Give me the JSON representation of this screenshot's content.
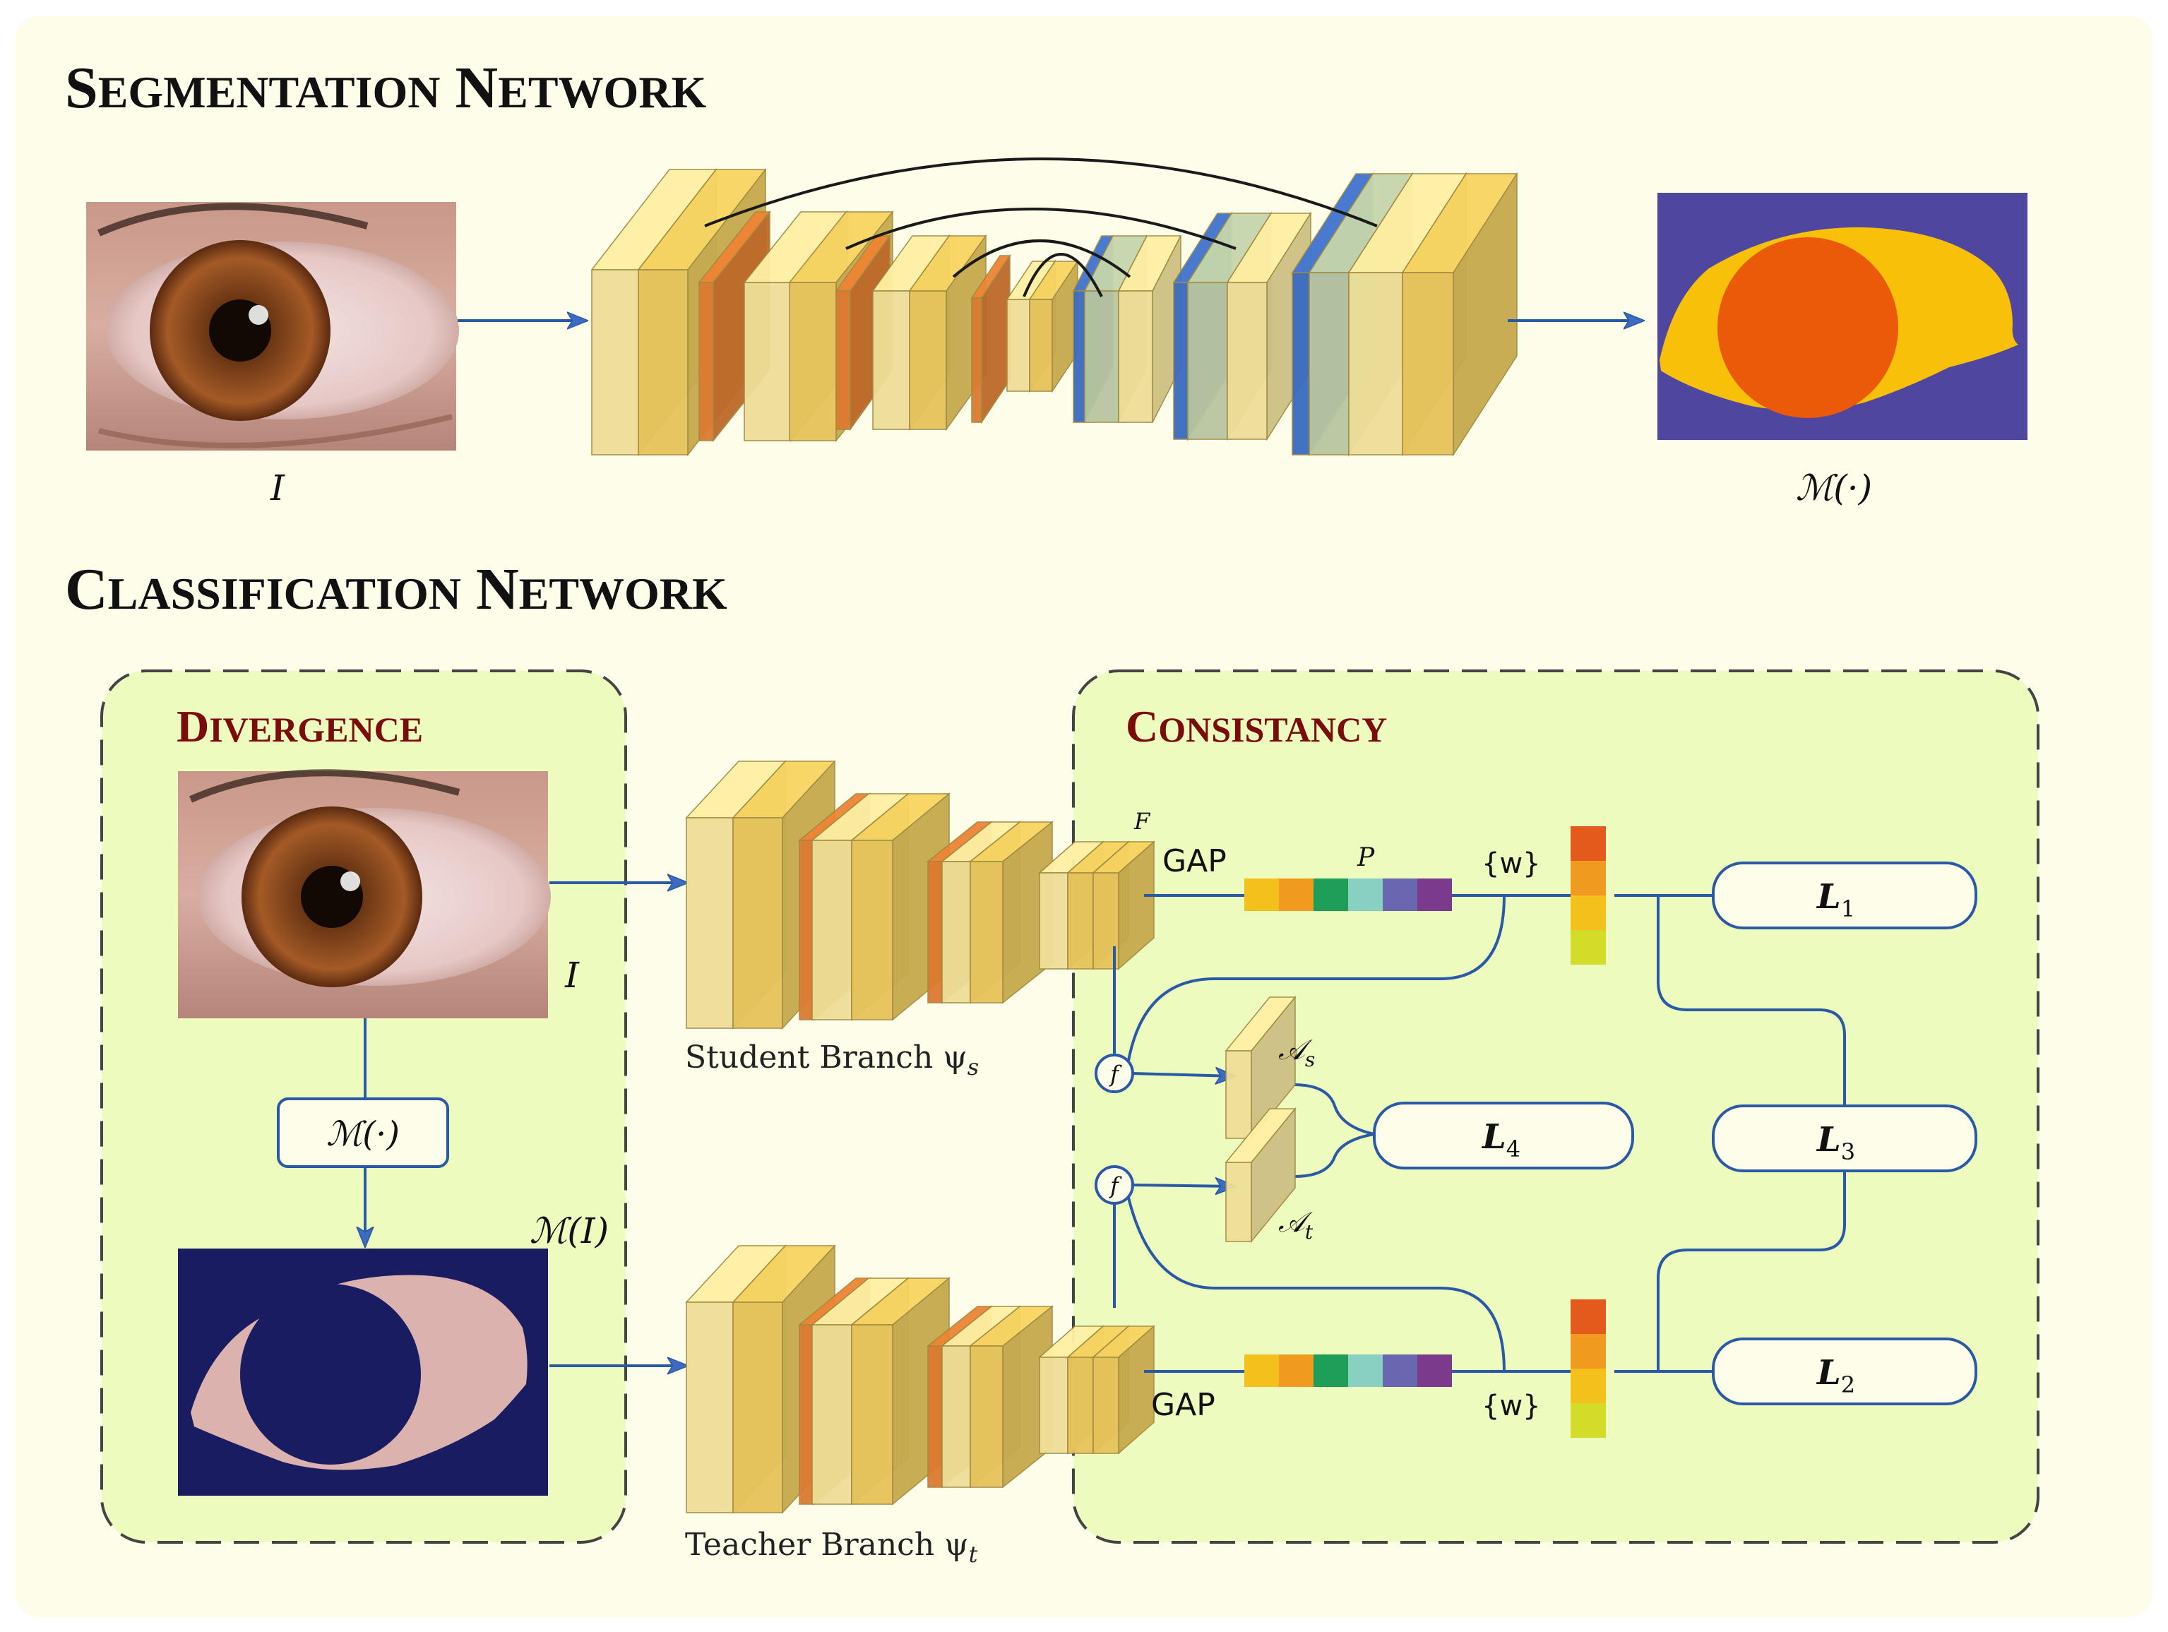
{
  "segmentation": {
    "title_big_1": "S",
    "title_small_1": "EGMENTATION",
    "title_big_2": "N",
    "title_small_2": "ETWORK",
    "input_label": "I",
    "output_label": "ℳ(·)"
  },
  "classification": {
    "title_big_1": "C",
    "title_small_1": "LASSIFICATION",
    "title_big_2": "N",
    "title_small_2": "ETWORK"
  },
  "divergence": {
    "title_big": "D",
    "title_small": "IVERGENCE",
    "input_label": "I",
    "mask_box_label": "ℳ(·)",
    "masked_label": "ℳ(I)"
  },
  "consistency": {
    "title_big": "C",
    "title_small": "ONSISTANCY"
  },
  "student": {
    "label": "Student Branch ψ",
    "sub": "s"
  },
  "teacher": {
    "label": "Teacher Branch ψ",
    "sub": "t"
  },
  "labels": {
    "F": "F",
    "P": "P",
    "gap": "GAP",
    "w": "{w}",
    "f": "f",
    "A_s": "𝒜",
    "A_s_sub": "s",
    "A_t": "𝒜",
    "A_t_sub": "t"
  },
  "losses": [
    {
      "name": "L",
      "sub": "1"
    },
    {
      "name": "L",
      "sub": "2"
    },
    {
      "name": "L",
      "sub": "3"
    },
    {
      "name": "L",
      "sub": "4"
    }
  ],
  "colors": {
    "page_bg": "#fdfdea",
    "panel_bg": "#eefbbf",
    "arrow": "#2a5aa6",
    "title_red": "#7a0c0c",
    "seg_purple": "#4f46a0",
    "seg_yellow": "#f8c008",
    "seg_orange": "#ea5a08",
    "mask_bg": "#1a1c62",
    "layer_light": "#eedf98",
    "layer_mid": "#e6c45a",
    "layer_orange": "#dc7a30",
    "layer_blue": "#3b6bc0"
  },
  "feature_vector_colors": [
    "#f4c01c",
    "#f09a20",
    "#1f9e58",
    "#8ad0c0",
    "#6a66b0",
    "#7c3a8c"
  ],
  "weight_vector_colors": [
    "#e4591c",
    "#f09a20",
    "#f4c01c",
    "#d4dc2a"
  ]
}
